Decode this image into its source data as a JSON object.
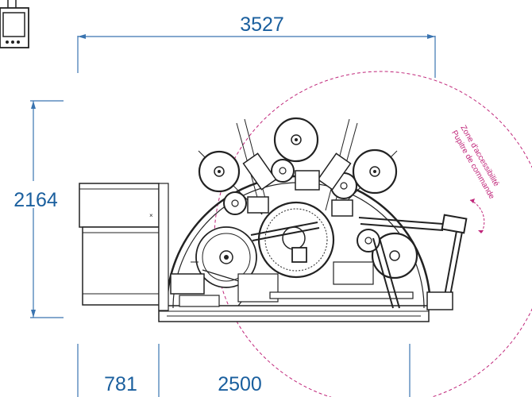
{
  "dimensions": {
    "width_total": "3527",
    "height_total": "2164",
    "bottom_left": "781",
    "bottom_right": "2500"
  },
  "zone_labels": {
    "line1": "Zone d'accessibilité",
    "line2": "Pupitre de commande"
  },
  "colors": {
    "dimension_lines": "#3a74b0",
    "dimension_text": "#1a5f9e",
    "accessibility_zone": "#c0267a",
    "machine_lines": "#222222"
  },
  "icons": [
    "control-panel-icon",
    "rotation-arrow-icon"
  ]
}
